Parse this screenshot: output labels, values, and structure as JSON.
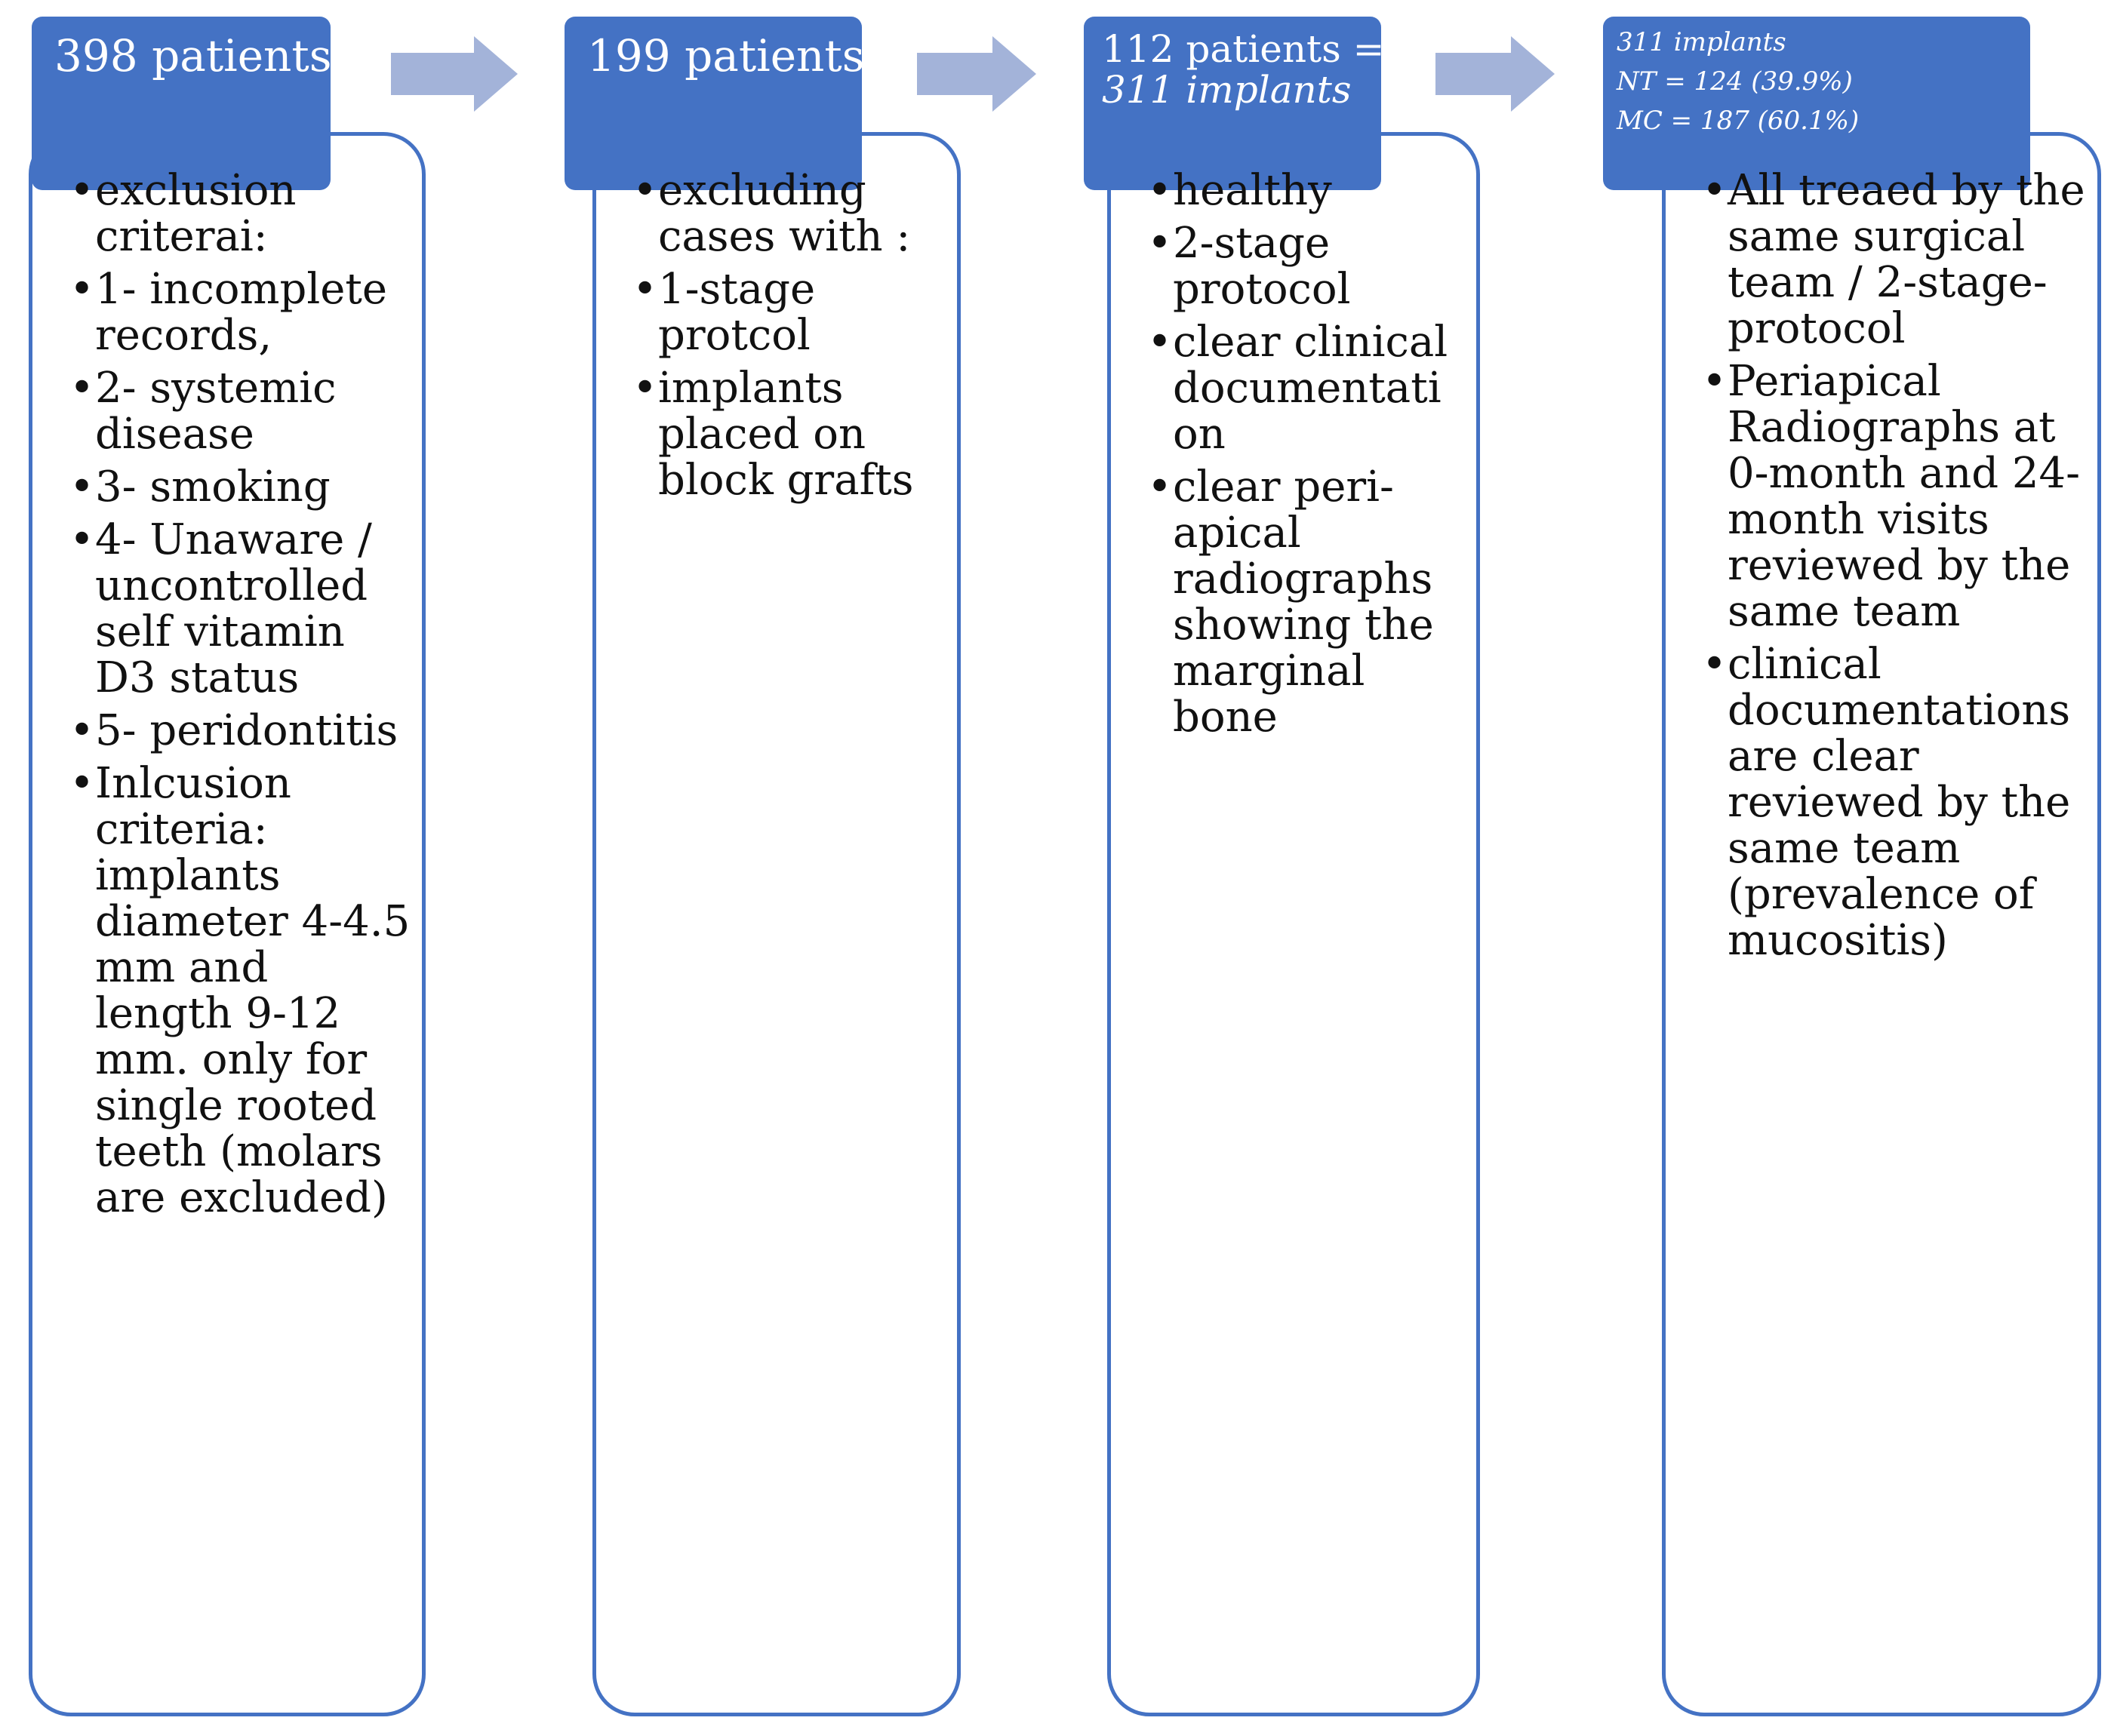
{
  "colors": {
    "header_fill": "#4472c4",
    "card_border": "#4472c4",
    "arrow_fill": "#a3b3d9",
    "text": "#111111"
  },
  "steps": [
    {
      "header_lines": [
        "398 patients"
      ],
      "bullets": [
        "exclusion criterai:",
        "1- incomplete records,",
        "2- systemic disease",
        "3- smoking",
        "4- Unaware  / uncontrolled self vitamin D3 status",
        "5- peridontitis",
        "Inlcusion criteria: implants diameter 4-4.5 mm and length 9-12 mm. only for single rooted teeth (molars are excluded)"
      ]
    },
    {
      "header_lines": [
        "199 patients"
      ],
      "bullets": [
        "excluding cases with :",
        "1-stage protcol",
        "implants placed on block grafts"
      ]
    },
    {
      "header_lines": [
        "112 patients =",
        "311 implants"
      ],
      "bullets": [
        "healthy",
        "2-stage protocol",
        "clear clinical documentati on",
        "clear peri-apical radiographs showing the marginal bone"
      ]
    },
    {
      "header_lines": [
        "311 implants",
        "NT = 124 (39.9%)",
        "MC = 187 (60.1%)"
      ],
      "bullets": [
        "All treaed by the same surgical team / 2-stage-protocol",
        "Periapical Radiographs at 0-month and 24-month visits reviewed by the same team",
        "clinical documentations are clear reviewed by the same team (prevalence of mucositis)"
      ]
    }
  ]
}
